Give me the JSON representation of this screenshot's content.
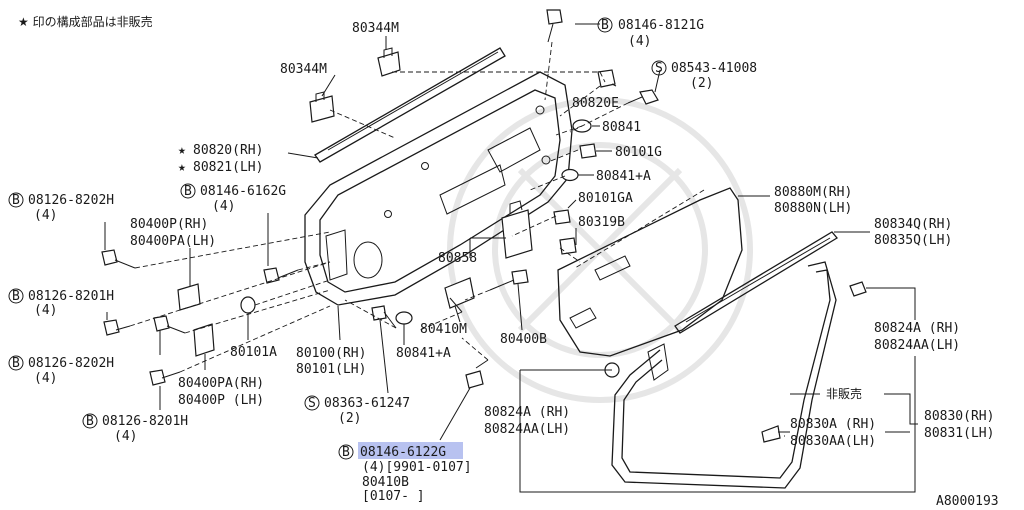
{
  "legend_note": "★ 印の構成部品は非販売",
  "diagram_code": "A8000193",
  "bracket_note": "非販売",
  "labels": {
    "p80344m_top": "80344M",
    "p80344m_left": "80344M",
    "b08146_8121g": "08146-8121G",
    "b08146_8121g_qty": "(4)",
    "s08543_41008": "08543-41008",
    "s08543_41008_qty": "(2)",
    "p80820e": "80820E",
    "p80841_a": "80841",
    "p80101g": "80101G",
    "p80841a_a": "80841+A",
    "p80101ga": "80101GA",
    "p80319b": "80319B",
    "p80820": "80820(RH)",
    "p80821": "80821(LH)",
    "b08126_8202h_a": "08126-8202H",
    "b08126_8202h_a_qty": "(4)",
    "b08146_6162g": "08146-6162G",
    "b08146_6162g_qty": "(4)",
    "p80400p_rh": "80400P(RH)",
    "p80400pa_lh": "80400PA(LH)",
    "b08126_8201h_a": "08126-8201H",
    "b08126_8201h_a_qty": "(4)",
    "b08126_8202h_b": "08126-8202H",
    "b08126_8202h_b_qty": "(4)",
    "p80101a": "80101A",
    "p80400pa_rh": "80400PA(RH)",
    "p80400p_lh": "80400P (LH)",
    "b08126_8201h_b": "08126-8201H",
    "b08126_8201h_b_qty": "(4)",
    "p80858": "80858",
    "p80410m": "80410M",
    "p80400b": "80400B",
    "p80100_rh": "80100(RH)",
    "p80101_lh": "80101(LH)",
    "p80841a_b": "80841+A",
    "s08363_61247": "08363-61247",
    "s08363_61247_qty": "(2)",
    "b08146_6122g": "08146-6122G",
    "b08146_6122g_qty": "(4)[9901-0107]",
    "p80410b": "80410B",
    "p80410b_range": "[0107-    ]",
    "p80880m": "80880M(RH)",
    "p80880n": "80880N(LH)",
    "p80834q": "80834Q(RH)",
    "p80835q": "80835Q(LH)",
    "p80824a_a": "80824A (RH)",
    "p80824aa_a": "80824AA(LH)",
    "p80824a_b": "80824A (RH)",
    "p80824aa_b": "80824AA(LH)",
    "p80830a": "80830A (RH)",
    "p80830aa": "80830AA(LH)",
    "p80830": "80830(RH)",
    "p80831": "80831(LH)"
  },
  "marks": {
    "b": "B",
    "s": "S",
    "star": "★"
  }
}
